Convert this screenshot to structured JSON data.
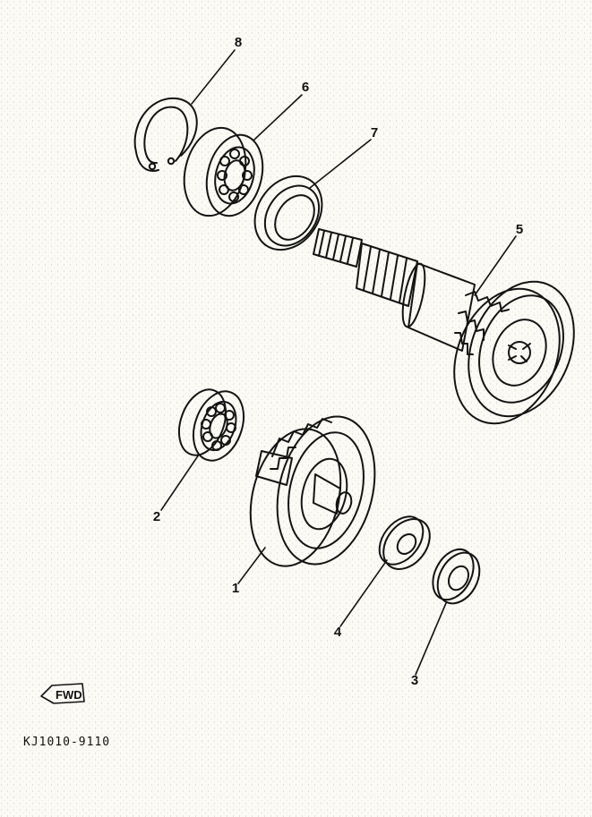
{
  "parts": [
    {
      "id": "1",
      "label": "1",
      "name": "gear"
    },
    {
      "id": "2",
      "label": "2",
      "name": "bearing"
    },
    {
      "id": "3",
      "label": "3",
      "name": "washer"
    },
    {
      "id": "4",
      "label": "4",
      "name": "washer"
    },
    {
      "id": "5",
      "label": "5",
      "name": "shaft-gear"
    },
    {
      "id": "6",
      "label": "6",
      "name": "bearing"
    },
    {
      "id": "7",
      "label": "7",
      "name": "seal"
    },
    {
      "id": "8",
      "label": "8",
      "name": "circlip"
    }
  ],
  "fwd_mark": "FWD",
  "catalog_code": "KJ1010-9110"
}
